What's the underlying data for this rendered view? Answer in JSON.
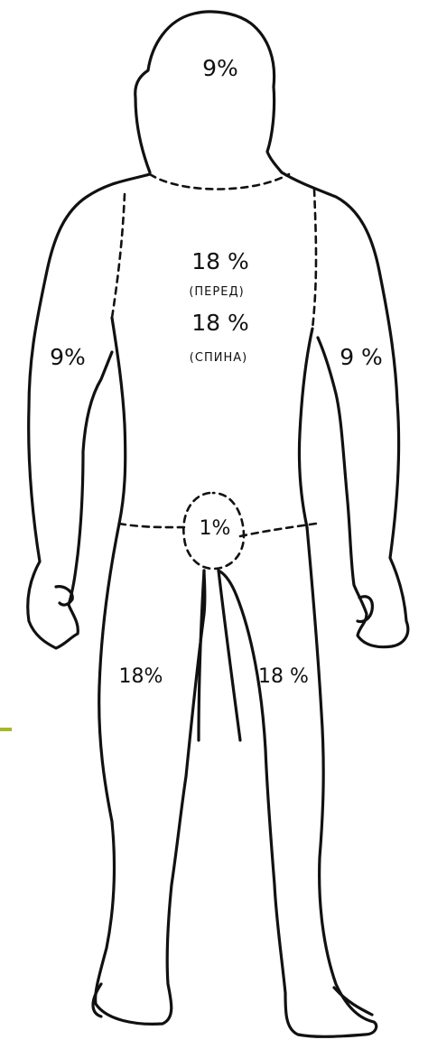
{
  "labels": {
    "head": "9%",
    "torso_front_value": "18 %",
    "torso_front_note": "(ПЕРЕД)",
    "torso_back_value": "18 %",
    "torso_back_note": "(СПИНА)",
    "arm_right_side": "9%",
    "arm_left_side": "9 %",
    "groin": "1%",
    "leg_right_side": "18%",
    "leg_left_side": "18 %"
  },
  "colors": {
    "line": "#111111",
    "background": "#ffffff",
    "accent": "#a7b82a"
  }
}
